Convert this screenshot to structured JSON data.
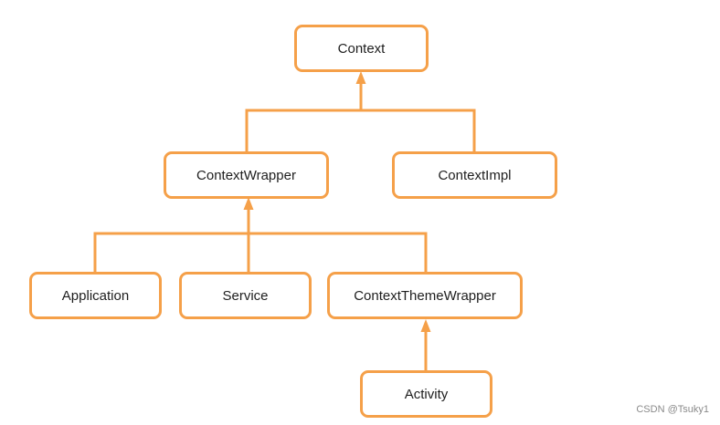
{
  "colors": {
    "accent": "#f5a049",
    "node_text": "#1e1e1e",
    "background": "#ffffff",
    "watermark": "#8a8a8a"
  },
  "nodes": {
    "context": "Context",
    "context_wrapper": "ContextWrapper",
    "context_impl": "ContextImpl",
    "application": "Application",
    "service": "Service",
    "context_theme_wrapper": "ContextThemeWrapper",
    "activity": "Activity"
  },
  "edges": [
    {
      "from": "ContextWrapper",
      "to": "Context"
    },
    {
      "from": "ContextImpl",
      "to": "Context"
    },
    {
      "from": "Application",
      "to": "ContextWrapper"
    },
    {
      "from": "Service",
      "to": "ContextWrapper"
    },
    {
      "from": "ContextThemeWrapper",
      "to": "ContextWrapper"
    },
    {
      "from": "Activity",
      "to": "ContextThemeWrapper"
    }
  ],
  "watermark": "CSDN @Tsuky1"
}
